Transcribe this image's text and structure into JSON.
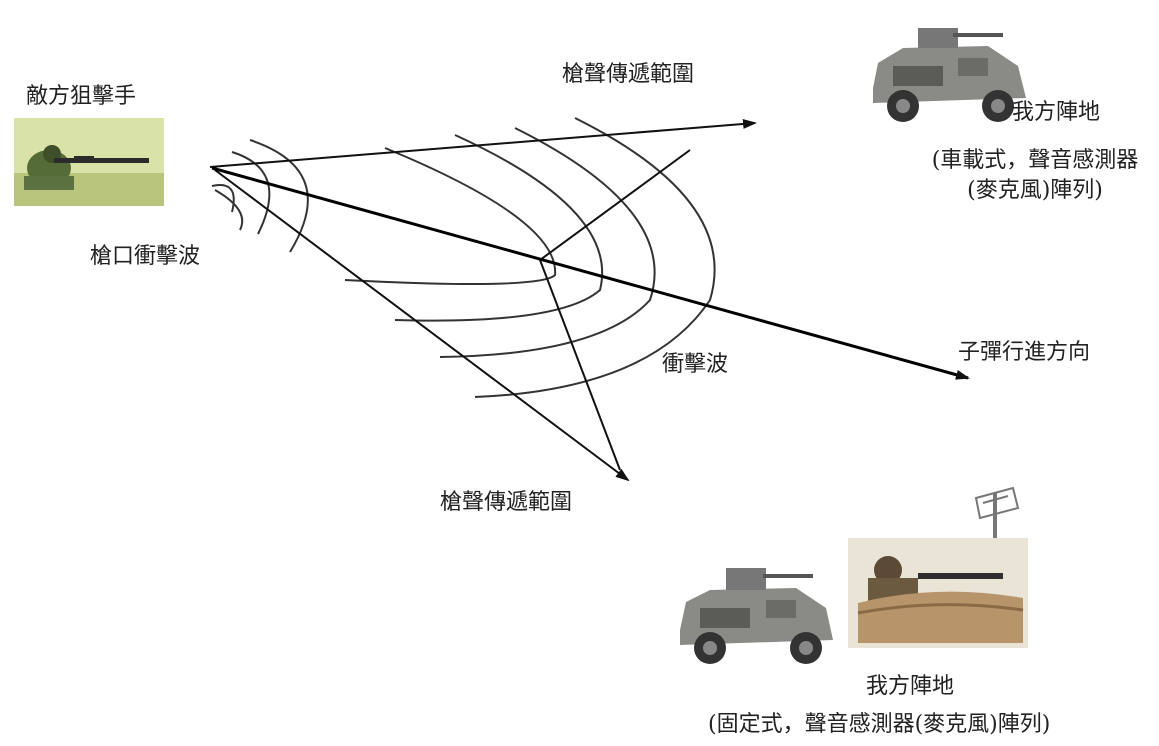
{
  "labels": {
    "enemy_sniper": "敵方狙擊手",
    "muzzle_blast": "槍口衝擊波",
    "gunshot_range_top": "槍聲傳遞範圍",
    "gunshot_range_bottom": "槍聲傳遞範圍",
    "shock_wave": "衝擊波",
    "bullet_direction": "子彈行進方向",
    "our_position_top": "我方陣地",
    "vehicle_array_line1": "(車載式，聲音感測器",
    "vehicle_array_line2": "(麥克風)陣列)",
    "our_position_bottom": "我方陣地",
    "fixed_array": "(固定式，聲音感測器(麥克風)陣列)"
  },
  "icons": {
    "sniper": "sniper-photo",
    "vehicle_top": "humvee-photo",
    "vehicle_bottom": "humvee-photo",
    "soldier": "soldier-with-antenna-photo"
  }
}
